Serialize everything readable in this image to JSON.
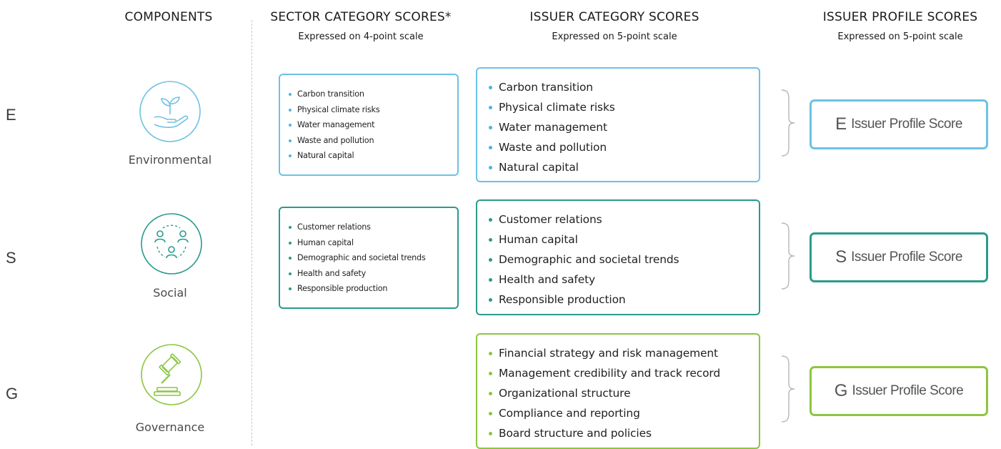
{
  "headers": {
    "components": "COMPONENTS",
    "sector": {
      "title": "SECTOR CATEGORY SCORES*",
      "subtitle": "Expressed on 4-point scale"
    },
    "issuer_category": {
      "title": "ISSUER CATEGORY SCORES",
      "subtitle": "Expressed on 5-point scale"
    },
    "issuer_profile": {
      "title": "ISSUER PROFILE SCORES",
      "subtitle": "Expressed on 5-point scale"
    }
  },
  "rows": [
    {
      "letter": "E",
      "label": "Environmental",
      "icon": "plant-in-hand-icon",
      "color": "#6ec1e4",
      "sector_items": [
        "Carbon transition",
        "Physical climate risks",
        "Water management",
        "Waste and pollution",
        "Natural capital"
      ],
      "issuer_items": [
        "Carbon transition",
        "Physical climate risks",
        "Water management",
        "Waste and pollution",
        "Natural capital"
      ],
      "profile_letter": "E",
      "profile_label": "Issuer Profile Score"
    },
    {
      "letter": "S",
      "label": "Social",
      "icon": "people-network-icon",
      "color": "#2a9a8c",
      "sector_items": [
        "Customer relations",
        "Human capital",
        "Demographic and societal trends",
        "Health and safety",
        "Responsible production"
      ],
      "issuer_items": [
        "Customer relations",
        "Human capital",
        "Demographic and societal trends",
        "Health and safety",
        "Responsible production"
      ],
      "profile_letter": "S",
      "profile_label": "Issuer Profile Score"
    },
    {
      "letter": "G",
      "label": "Governance",
      "icon": "gavel-icon",
      "color": "#8cc63f",
      "issuer_items": [
        "Financial strategy and risk management",
        "Management credibility and track record",
        "Organizational structure",
        "Compliance and reporting",
        "Board structure and policies"
      ],
      "profile_letter": "G",
      "profile_label": "Issuer Profile Score"
    }
  ]
}
